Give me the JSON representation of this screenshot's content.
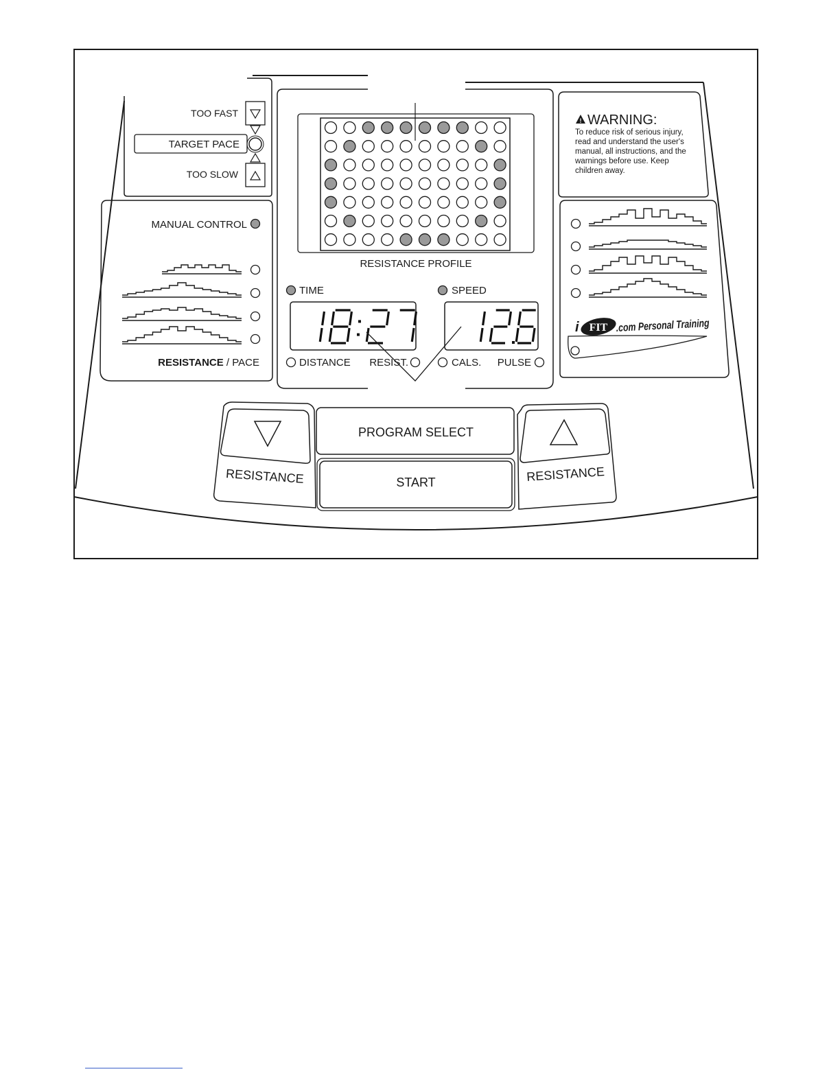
{
  "pace": {
    "too_fast_label": "TOO FAST",
    "target_pace_label": "TARGET PACE",
    "too_slow_label": "TOO SLOW"
  },
  "left_panel": {
    "manual_control_label": "MANUAL CONTROL",
    "resistance_label": "RESISTANCE",
    "pace_suffix": " / PACE"
  },
  "matrix": {
    "label": "RESISTANCE PROFILE",
    "rows": [
      [
        0,
        0,
        1,
        1,
        1,
        1,
        1,
        1,
        0,
        0
      ],
      [
        0,
        1,
        0,
        0,
        0,
        0,
        0,
        0,
        1,
        0
      ],
      [
        1,
        0,
        0,
        0,
        0,
        0,
        0,
        0,
        0,
        1
      ],
      [
        1,
        0,
        0,
        0,
        0,
        0,
        0,
        0,
        0,
        1
      ],
      [
        1,
        0,
        0,
        0,
        0,
        0,
        0,
        0,
        0,
        1
      ],
      [
        0,
        1,
        0,
        0,
        0,
        0,
        0,
        0,
        1,
        0
      ],
      [
        0,
        0,
        0,
        0,
        1,
        1,
        1,
        0,
        0,
        0
      ]
    ]
  },
  "indicators": {
    "time_label": "TIME",
    "speed_label": "SPEED",
    "distance_label": "DISTANCE",
    "resist_label": "RESIST.",
    "cals_label": "CALS.",
    "pulse_label": "PULSE"
  },
  "displays": {
    "left_value": "18:27",
    "right_value": "12.6"
  },
  "warning": {
    "title": "WARNING:",
    "lines": [
      "To reduce risk of serious injury,",
      "read and understand the user's",
      "manual, all instructions, and the",
      "warnings before use.  Keep",
      "children away."
    ]
  },
  "ifit": {
    "i": "i",
    "fit": "FIT",
    "rest": ".com Personal Training"
  },
  "buttons": {
    "program_select": "PROGRAM SELECT",
    "start": "START",
    "resistance_down": "RESISTANCE",
    "resistance_up": "RESISTANCE"
  },
  "colors": {
    "lit_led": "#9a9a9a",
    "unlit_led": "#ffffff",
    "outline": "#1a1a1a"
  }
}
